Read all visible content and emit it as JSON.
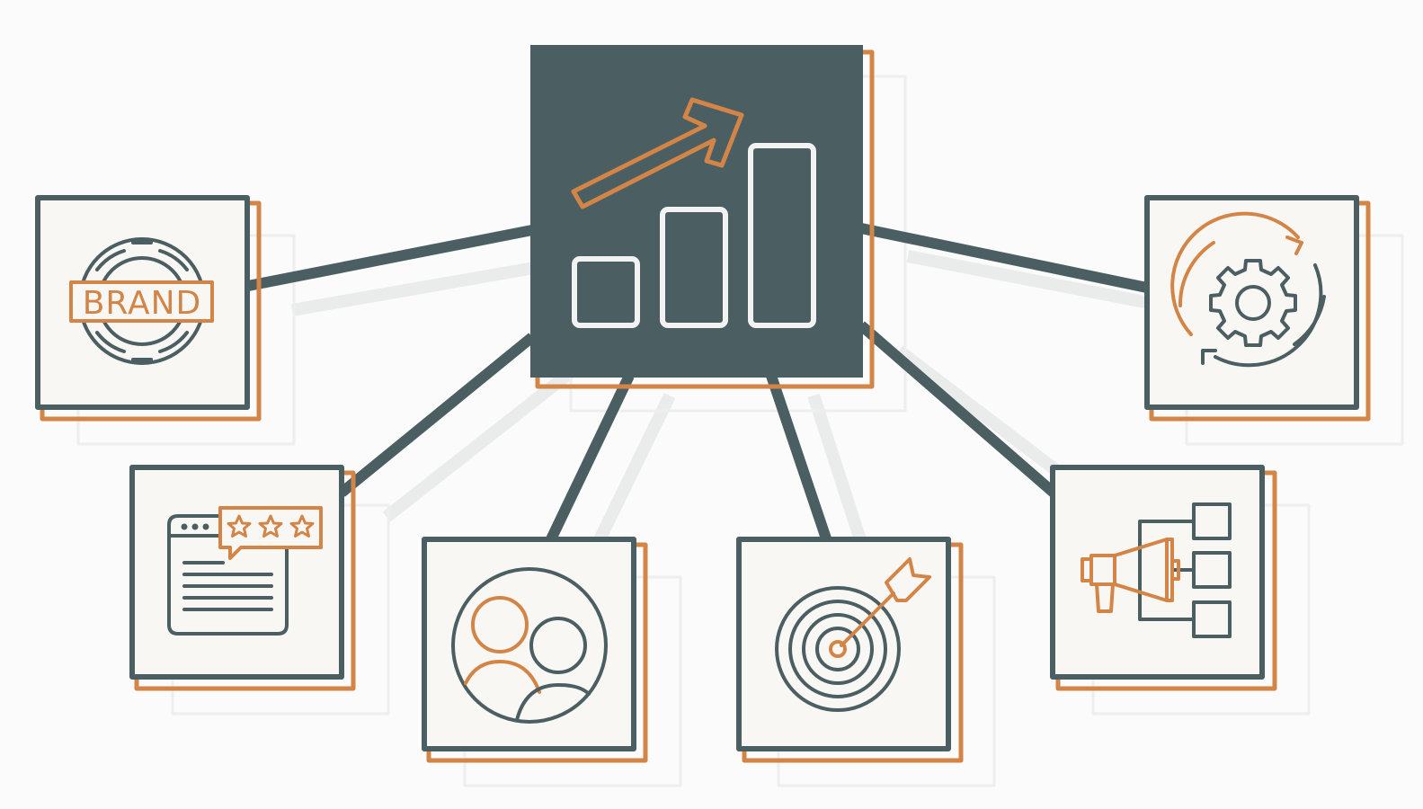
{
  "colors": {
    "background": "#fbfbfb",
    "dark": "#4b5e61",
    "orange": "#d38547",
    "shadow": "#e9eceb",
    "card_fill": "#f9f7f3",
    "light_stroke": "#eeeeee"
  },
  "hub": {
    "icon": "growth-chart-icon"
  },
  "nodes": [
    {
      "id": "brand",
      "icon": "brand-stamp-icon",
      "label": "BRAND"
    },
    {
      "id": "reviews",
      "icon": "review-rating-icon"
    },
    {
      "id": "audience",
      "icon": "audience-users-icon"
    },
    {
      "id": "targeting",
      "icon": "target-arrow-icon"
    },
    {
      "id": "campaigns",
      "icon": "megaphone-channels-icon"
    },
    {
      "id": "automation",
      "icon": "gear-cycle-icon"
    }
  ]
}
